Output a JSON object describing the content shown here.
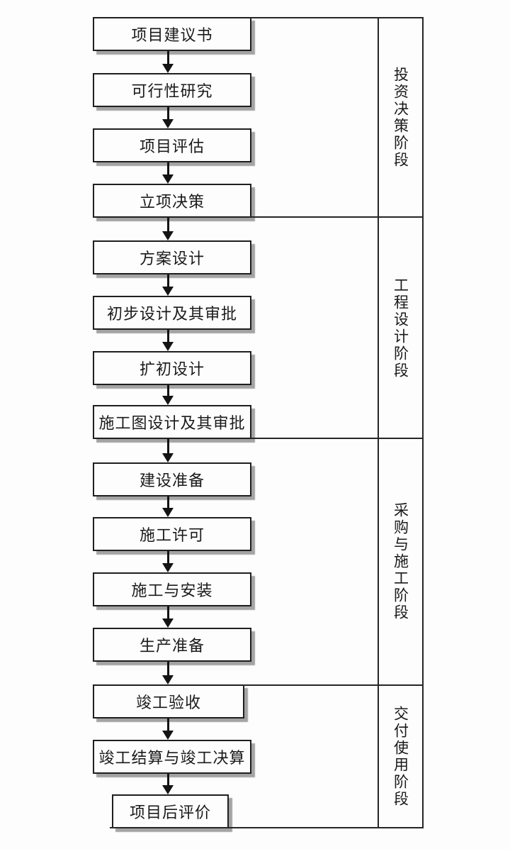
{
  "diagram": {
    "type": "flowchart",
    "flow_direction": "top-to-bottom",
    "steps": [
      {
        "label": "项目建议书"
      },
      {
        "label": "可行性研究"
      },
      {
        "label": "项目评估"
      },
      {
        "label": "立项决策"
      },
      {
        "label": "方案设计"
      },
      {
        "label": "初步设计及其审批"
      },
      {
        "label": "扩初设计"
      },
      {
        "label": "施工图设计及其审批"
      },
      {
        "label": "建设准备"
      },
      {
        "label": "施工许可"
      },
      {
        "label": "施工与安装"
      },
      {
        "label": "生产准备"
      },
      {
        "label": "竣工验收"
      },
      {
        "label": "竣工结算与竣工决算"
      },
      {
        "label": "项目后评价"
      }
    ],
    "phases": [
      {
        "label": "投资决策阶段",
        "step_indices": [
          0,
          1,
          2,
          3
        ]
      },
      {
        "label": "工程设计阶段",
        "step_indices": [
          4,
          5,
          6,
          7
        ]
      },
      {
        "label": "采购与施工阶段",
        "step_indices": [
          8,
          9,
          10,
          11
        ]
      },
      {
        "label": "交付使用阶段",
        "step_indices": [
          12,
          13,
          14
        ]
      }
    ],
    "colors": {
      "background": "#fdfdfd",
      "box_border": "#1f1f1f",
      "box_shadow": "#a3a3a3",
      "line": "#262626",
      "text": "#1a1a1a"
    }
  }
}
